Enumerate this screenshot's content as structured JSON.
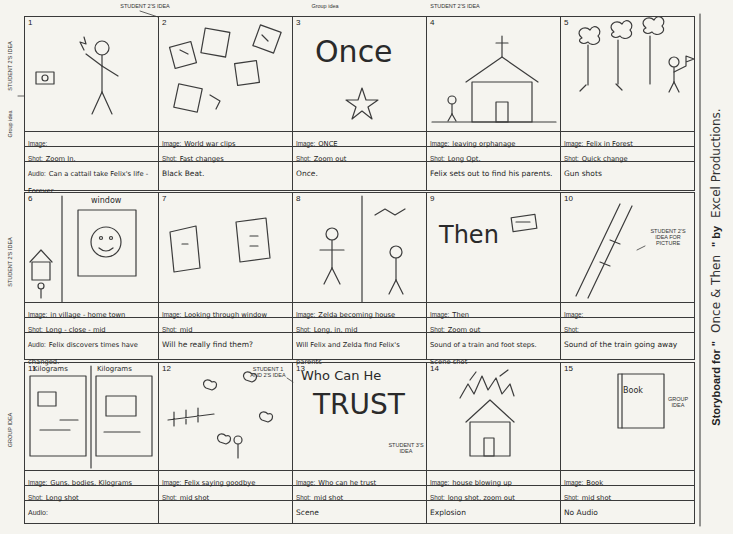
{
  "diagram": {
    "nodes": [
      {
        "text": [
          "1",
          "Image:",
          "Shot:",
          "Zoom In.",
          "Audio:",
          "Can a cattail take Felix's life - Forever."
        ]
      },
      {
        "text": [
          "2",
          "Image:",
          "World war clips",
          "Shot:",
          "Fast changes",
          "Black Beat."
        ]
      },
      {
        "text": [
          "3",
          "Once",
          "Image:",
          "ONCE",
          "Shot:",
          "Zoom out",
          "Once."
        ]
      },
      {
        "text": [
          "4",
          "Image:",
          "leaving orphanage",
          "Shot:",
          "Long Opt.",
          "Felix sets out to find his parents."
        ]
      },
      {
        "text": [
          "5",
          "Image:",
          "Felix in Forest",
          "Shot:",
          "Quick change",
          "Gun shots"
        ]
      },
      {
        "text": [
          "6",
          "window",
          "Image:",
          "in village - home town",
          "Shot:",
          "Long - close - mid",
          "Audio:",
          "Felix discovers times have changed."
        ]
      },
      {
        "text": [
          "7",
          "Image:",
          "Looking through window",
          "Shot:",
          "mid",
          "Will he really find them?"
        ]
      },
      {
        "text": [
          "8",
          "Image:",
          "Zelda becoming house",
          "Shot:",
          "Long, in, mid",
          "Will Felix and Zelda find Felix's parents"
        ]
      },
      {
        "text": [
          "9",
          "Then",
          "Image:",
          "Then",
          "Shot:",
          "Zoom out",
          "Sound of a train and foot steps. Scene shot"
        ]
      },
      {
        "text": [
          "10",
          "Image:",
          "Shot:",
          "Sound of the train going away"
        ]
      },
      {
        "text": [
          "11",
          "Kilograms",
          "Kilograms",
          "Image:",
          "Guns, bodies, Kilograms",
          "Shot:",
          "Long shot",
          "Audio:"
        ]
      },
      {
        "text": [
          "12",
          "Image:",
          "Felix saying goodbye",
          "Shot:",
          "mid shot"
        ]
      },
      {
        "text": [
          "13",
          "Who Can He",
          "TRUST",
          "Image:",
          "Who can he trust",
          "Shot:",
          "mid shot",
          "Scene"
        ]
      },
      {
        "text": [
          "14",
          "Image:",
          "house blowing up",
          "Shot:",
          "long shot, zoom out",
          "Explosion"
        ]
      },
      {
        "text": [
          "15",
          "Book",
          "Image:",
          "Book",
          "Shot:",
          "mid shot",
          "No Audio"
        ]
      }
    ],
    "labels": [
      "Storyboard for \"",
      "Once & Then",
      "\" by",
      "Excel Productions.",
      "STUDENT 2'S IDEA",
      "Group idea",
      "STUDENT 2'S IDEA",
      "STUDENT 2'S IDEA",
      "Group idea",
      "STUDENT 2'S IDEA",
      "STUDENT 2'S IDEA FOR PICTURE",
      "GROUP IDEA",
      "STUDENT 1 AND 2'S IDEA",
      "STUDENT 3'S IDEA",
      "GROUP IDEA"
    ]
  }
}
